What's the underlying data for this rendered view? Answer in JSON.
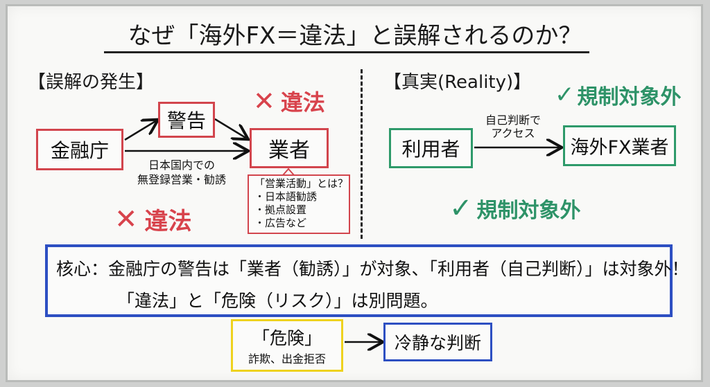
{
  "title": "なぜ「海外FX＝違法」と誤解されるのか？",
  "left": {
    "heading": "【誤解の発生】",
    "fsa": "金融庁",
    "warning": "警告",
    "dealer": "業者",
    "illegal_top": "違法",
    "illegal_bottom": "違法",
    "arrow_label": [
      "日本国内での",
      "無登録営業・勧誘"
    ],
    "callout": {
      "title": "「営業活動」とは？",
      "items": [
        "・日本語勧誘",
        "・拠点設置",
        "・広告など"
      ]
    }
  },
  "right": {
    "heading": "【真実(Reality)】",
    "user": "利用者",
    "overseas": "海外FX業者",
    "arrow_label": [
      "自己判断で",
      "アクセス"
    ],
    "exempt_top": "規制対象外",
    "exempt_bottom": "規制対象外"
  },
  "core": {
    "line1": "核心：金融庁の警告は「業者（勧誘）」が対象、「利用者（自己判断）」は対象外！",
    "line2": "「違法」と「危険（リスク）」は別問題。"
  },
  "bottom": {
    "danger": "「危険」",
    "danger_sub": "詐欺、出金拒否",
    "calm": "冷静な判断"
  },
  "colors": {
    "red": "#d2454d",
    "green": "#2e9a6a",
    "blue": "#2d4fc2",
    "yellow": "#eed21e"
  }
}
